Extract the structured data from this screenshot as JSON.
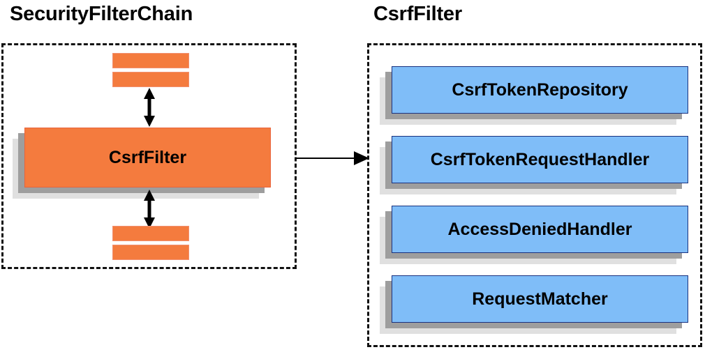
{
  "diagram": {
    "title_left": "SecurityFilterChain",
    "title_right": "CsrfFilter",
    "colors": {
      "orange_fill": "#F47B3E",
      "blue_fill": "#7FBDF8",
      "blue_border": "#19317E",
      "shadow_near": "#9E9E9E",
      "shadow_far": "#E0E0E0",
      "outline": "#111111",
      "arrow": "#000000"
    }
  },
  "chain_panel": {
    "label": "SecurityFilterChain",
    "main_node": {
      "label": "CsrfFilter"
    },
    "filter_bars_top": [
      "filter-bar-1",
      "filter-bar-2"
    ],
    "filter_bars_bottom": [
      "filter-bar-3",
      "filter-bar-4"
    ],
    "connector_top": {
      "name": "bidirectional-arrow-top"
    },
    "connector_bottom": {
      "name": "bidirectional-arrow-bottom"
    }
  },
  "csrf_panel": {
    "label": "CsrfFilter",
    "collaborators": [
      {
        "label": "CsrfTokenRepository"
      },
      {
        "label": "CsrfTokenRequestHandler"
      },
      {
        "label": "AccessDeniedHandler"
      },
      {
        "label": "RequestMatcher"
      }
    ]
  },
  "link": {
    "name": "chain-to-csrf-arrow",
    "from": "CsrfFilter",
    "to": "CsrfFilter"
  }
}
